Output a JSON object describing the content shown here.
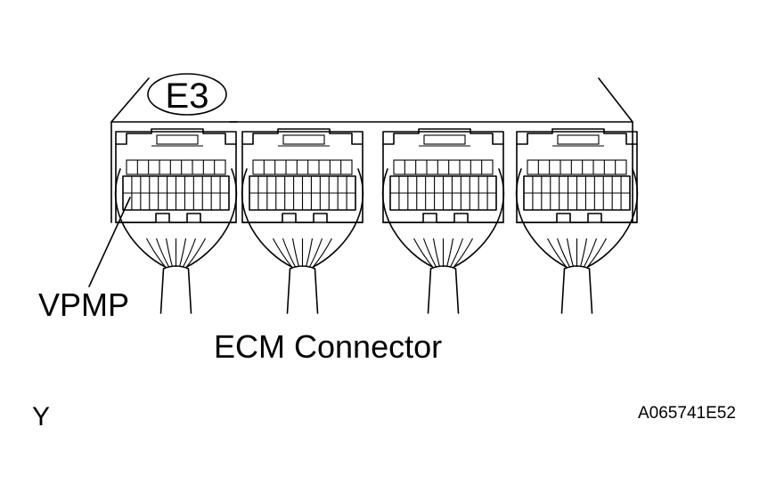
{
  "connector_id": "E3",
  "pin_label": "VPMP",
  "caption": "ECM Connector",
  "corner_letter": "Y",
  "figure_code": "A065741E52",
  "colors": {
    "line": "#000000",
    "background": "#ffffff"
  },
  "connector_count": 4
}
